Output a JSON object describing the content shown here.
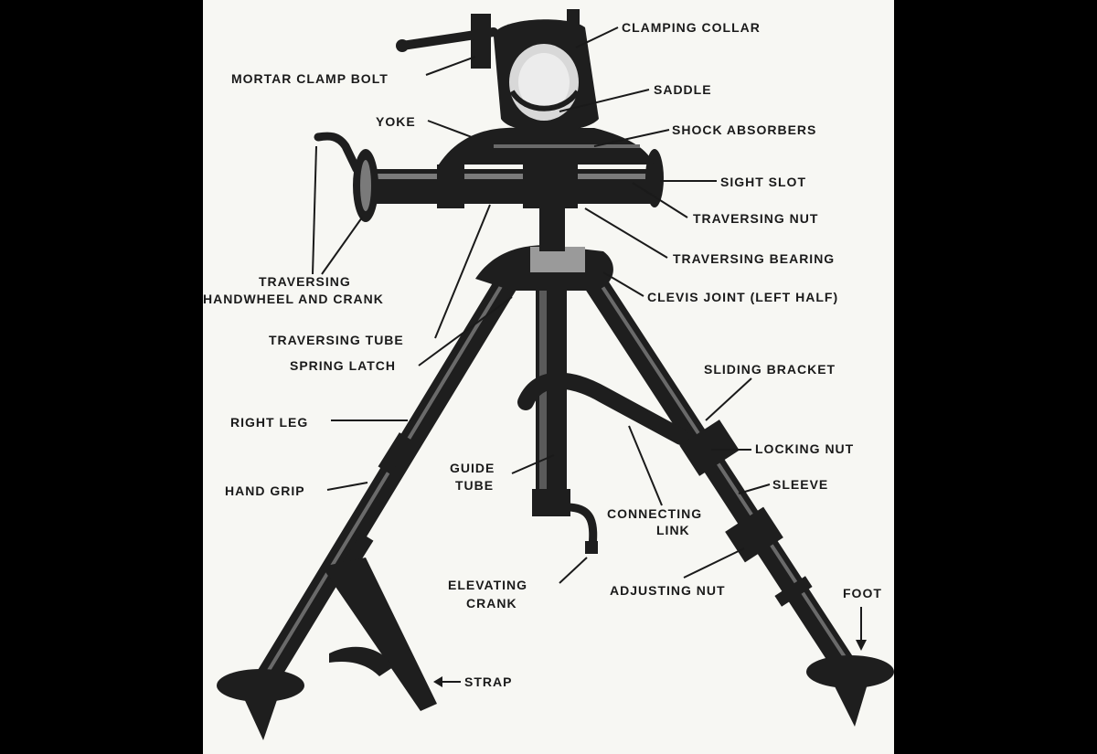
{
  "colors": {
    "background": "#000000",
    "plate": "#f7f7f3",
    "ink": "#1a1a1a"
  },
  "labels": {
    "clamping_collar": "CLAMPING COLLAR",
    "mortar_clamp_bolt": "MORTAR CLAMP BOLT",
    "saddle": "SADDLE",
    "yoke": "YOKE",
    "shock_absorbers": "SHOCK ABSORBERS",
    "sight_slot": "SIGHT SLOT",
    "traversing_nut": "TRAVERSING NUT",
    "traversing_bearing": "TRAVERSING BEARING",
    "traversing_handwheel_line1": "TRAVERSING",
    "traversing_handwheel_line2": "HANDWHEEL AND CRANK",
    "clevis_joint": "CLEVIS JOINT (LEFT HALF)",
    "traversing_tube": "TRAVERSING TUBE",
    "spring_latch": "SPRING LATCH",
    "sliding_bracket": "SLIDING BRACKET",
    "right_leg": "RIGHT LEG",
    "locking_nut": "LOCKING NUT",
    "guide_tube_line1": "GUIDE",
    "guide_tube_line2": "TUBE",
    "sleeve": "SLEEVE",
    "hand_grip": "HAND GRIP",
    "connecting_link_line1": "CONNECTING",
    "connecting_link_line2": "LINK",
    "elevating_crank_line1": "ELEVATING",
    "elevating_crank_line2": "CRANK",
    "adjusting_nut": "ADJUSTING NUT",
    "foot": "FOOT",
    "strap": "STRAP"
  }
}
